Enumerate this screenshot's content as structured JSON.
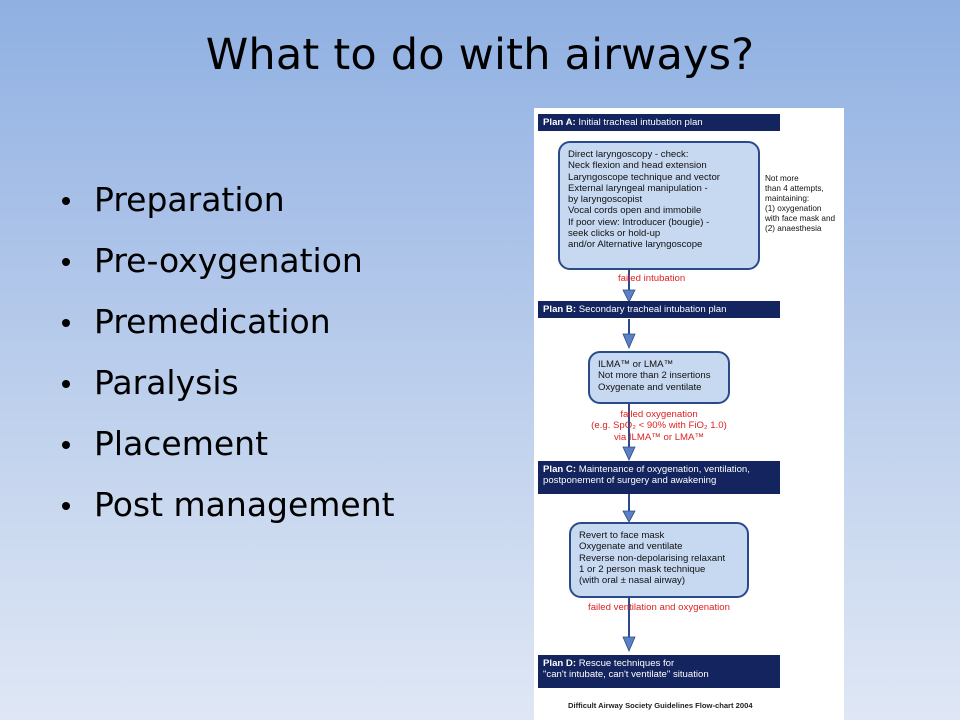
{
  "slide": {
    "title": "What to do with airways?",
    "bullets": [
      "Preparation",
      "Pre-oxygenation",
      "Premedication",
      "Paralysis",
      "Placement",
      "Post management"
    ]
  },
  "flowchart": {
    "plans": [
      {
        "letter": "Plan A:",
        "text": " Initial tracheal intubation plan"
      },
      {
        "letter": "Plan B:",
        "text": " Secondary tracheal intubation plan"
      },
      {
        "letter": "Plan C:",
        "text": " Maintenance of oxygenation, ventilation,",
        "text2": "postponement of surgery and awakening"
      },
      {
        "letter": "Plan D:",
        "text": " Rescue techniques for",
        "text2": "\"can't intubate, can't ventilate\" situation"
      }
    ],
    "box_a": [
      "Direct laryngoscopy - check:",
      "Neck flexion and head extension",
      "Laryngoscope technique and vector",
      "External laryngeal manipulation -",
      "by laryngoscopist",
      "Vocal cords open and immobile",
      "If poor view: Introducer (bougie) -",
      "seek clicks or hold-up",
      "and/or Alternative laryngoscope"
    ],
    "side_note": [
      "Not more",
      "than 4 attempts,",
      "maintaining:",
      "(1) oxygenation",
      "with face mask and",
      "(2) anaesthesia"
    ],
    "fail_a": "failed intubation",
    "box_b": [
      "ILMA™ or LMA™",
      "Not more than 2 insertions",
      "Oxygenate and ventilate"
    ],
    "fail_b": [
      "failed oxygenation",
      "(e.g. SpO₂ < 90% with FiO₂ 1.0)",
      "via ILMA™ or LMA™"
    ],
    "box_c": [
      "Revert to face mask",
      "Oxygenate and ventilate",
      "Reverse non-depolarising relaxant",
      "1 or 2 person mask technique",
      "(with oral ± nasal airway)"
    ],
    "fail_c": "failed ventilation and oxygenation",
    "caption": "Difficult Airway Society Guidelines Flow-chart 2004"
  }
}
